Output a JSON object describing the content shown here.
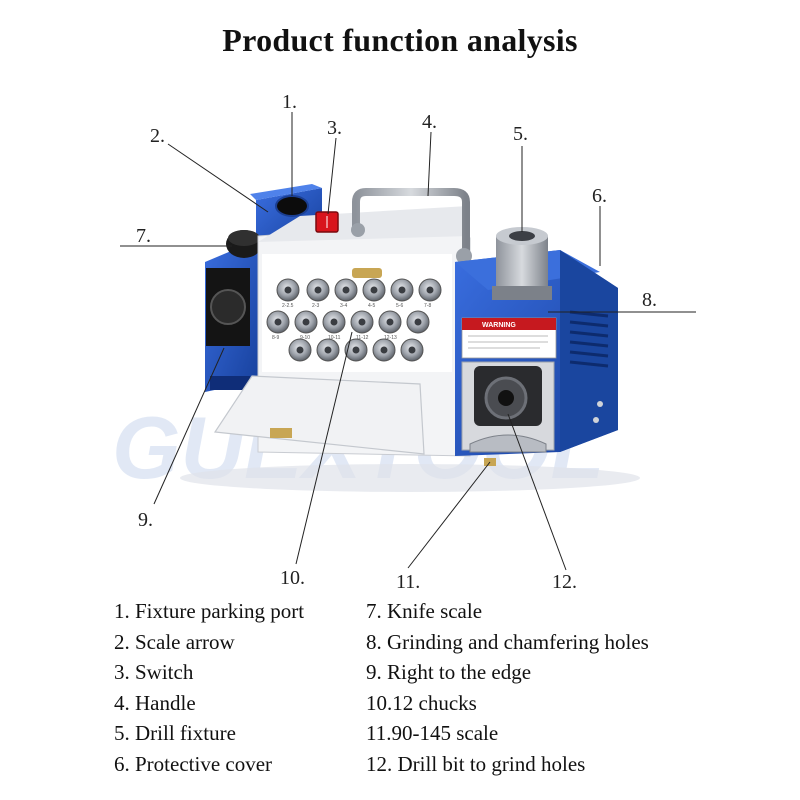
{
  "title": "Product function analysis",
  "watermark": "GUEXTOOL",
  "callouts": [
    "1.",
    "2.",
    "3.",
    "4.",
    "5.",
    "6.",
    "7.",
    "8.",
    "9.",
    "10.",
    "11.",
    "12."
  ],
  "legend_left": [
    "1. Fixture parking port",
    "2. Scale arrow",
    "3. Switch",
    "4. Handle",
    "5. Drill fixture",
    "6. Protective cover"
  ],
  "legend_right": [
    "7. Knife scale",
    "8. Grinding and chamfering holes",
    "9. Right to the edge",
    "10.12 chucks",
    "11.90-145 scale",
    "12. Drill bit to grind holes"
  ],
  "chuck_labels": [
    "2-2.5",
    "2-3",
    "3-4",
    "4-5",
    "5-6",
    "7-8",
    "8-9",
    "9-10",
    "10-11",
    "11-12",
    "12-13"
  ],
  "warning_label": "WARNING",
  "colors": {
    "machine_blue": "#1f4fb8",
    "panel_white": "#f3f4f6",
    "switch_red": "#d8141c",
    "watermark": "#c9d7ee"
  }
}
